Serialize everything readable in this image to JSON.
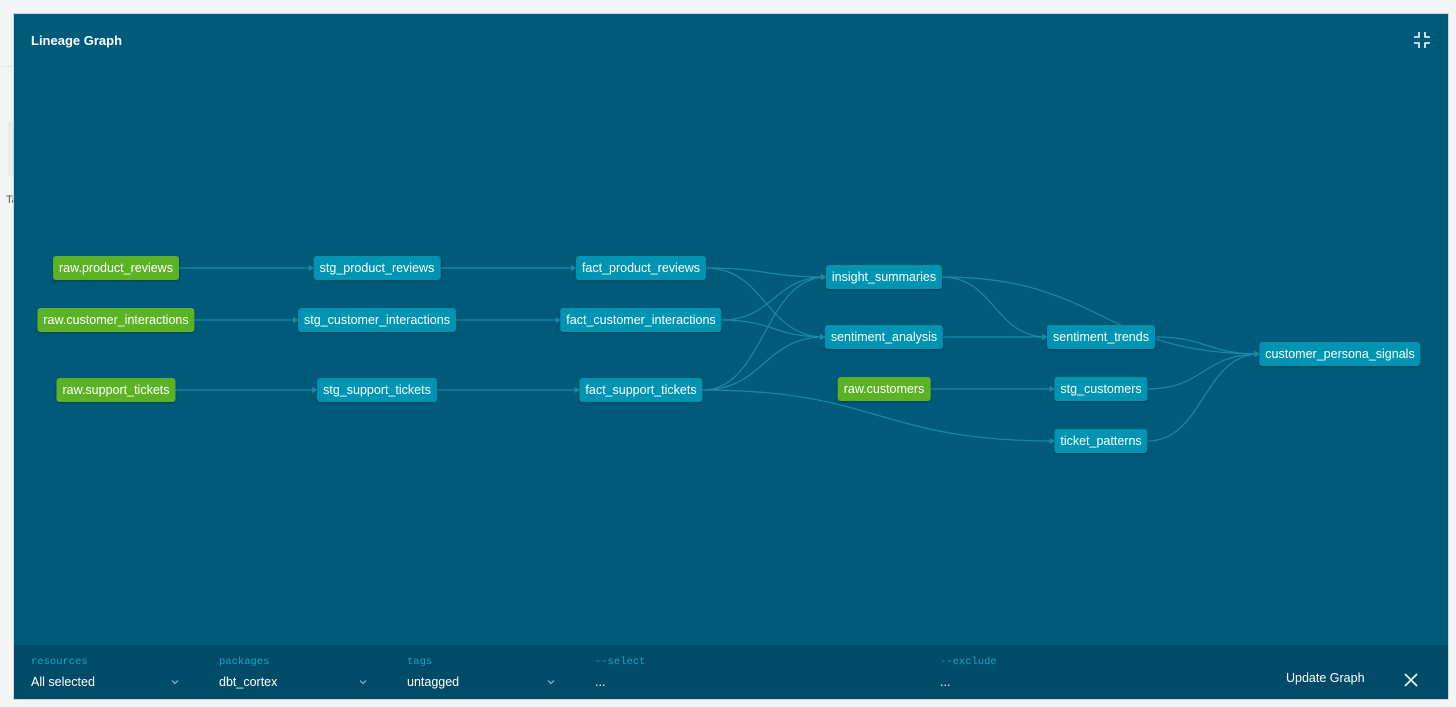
{
  "modal": {
    "title": "Lineage Graph"
  },
  "background": {
    "letter": "Ta"
  },
  "colors": {
    "canvas": "#005a7a",
    "model_node": "#0094b3",
    "source_node": "#5bb224",
    "edge": "#1e88a8",
    "footer": "#004b67",
    "footer_label": "#1fa3c2"
  },
  "graph": {
    "nodes": [
      {
        "id": "raw_product_reviews",
        "label": "raw.product_reviews",
        "kind": "source"
      },
      {
        "id": "raw_customer_interactions",
        "label": "raw.customer_interactions",
        "kind": "source"
      },
      {
        "id": "raw_support_tickets",
        "label": "raw.support_tickets",
        "kind": "source"
      },
      {
        "id": "stg_product_reviews",
        "label": "stg_product_reviews",
        "kind": "model"
      },
      {
        "id": "stg_customer_interactions",
        "label": "stg_customer_interactions",
        "kind": "model"
      },
      {
        "id": "stg_support_tickets",
        "label": "stg_support_tickets",
        "kind": "model"
      },
      {
        "id": "fact_product_reviews",
        "label": "fact_product_reviews",
        "kind": "model"
      },
      {
        "id": "fact_customer_interactions",
        "label": "fact_customer_interactions",
        "kind": "model"
      },
      {
        "id": "fact_support_tickets",
        "label": "fact_support_tickets",
        "kind": "model"
      },
      {
        "id": "insight_summaries",
        "label": "insight_summaries",
        "kind": "model"
      },
      {
        "id": "sentiment_analysis",
        "label": "sentiment_analysis",
        "kind": "model"
      },
      {
        "id": "raw_customers",
        "label": "raw.customers",
        "kind": "source"
      },
      {
        "id": "sentiment_trends",
        "label": "sentiment_trends",
        "kind": "model"
      },
      {
        "id": "stg_customers",
        "label": "stg_customers",
        "kind": "model"
      },
      {
        "id": "ticket_patterns",
        "label": "ticket_patterns",
        "kind": "model"
      },
      {
        "id": "customer_persona_signals",
        "label": "customer_persona_signals",
        "kind": "model"
      }
    ],
    "edges": [
      [
        "raw_product_reviews",
        "stg_product_reviews"
      ],
      [
        "raw_customer_interactions",
        "stg_customer_interactions"
      ],
      [
        "raw_support_tickets",
        "stg_support_tickets"
      ],
      [
        "stg_product_reviews",
        "fact_product_reviews"
      ],
      [
        "stg_customer_interactions",
        "fact_customer_interactions"
      ],
      [
        "stg_support_tickets",
        "fact_support_tickets"
      ],
      [
        "fact_product_reviews",
        "insight_summaries"
      ],
      [
        "fact_product_reviews",
        "sentiment_analysis"
      ],
      [
        "fact_customer_interactions",
        "insight_summaries"
      ],
      [
        "fact_customer_interactions",
        "sentiment_analysis"
      ],
      [
        "fact_support_tickets",
        "insight_summaries"
      ],
      [
        "fact_support_tickets",
        "sentiment_analysis"
      ],
      [
        "fact_support_tickets",
        "ticket_patterns"
      ],
      [
        "raw_customers",
        "stg_customers"
      ],
      [
        "insight_summaries",
        "sentiment_trends"
      ],
      [
        "insight_summaries",
        "customer_persona_signals"
      ],
      [
        "sentiment_analysis",
        "sentiment_trends"
      ],
      [
        "sentiment_trends",
        "customer_persona_signals"
      ],
      [
        "stg_customers",
        "customer_persona_signals"
      ],
      [
        "ticket_patterns",
        "customer_persona_signals"
      ]
    ]
  },
  "footer": {
    "resources": {
      "label": "resources",
      "value": "All selected"
    },
    "packages": {
      "label": "packages",
      "value": "dbt_cortex"
    },
    "tags": {
      "label": "tags",
      "value": "untagged"
    },
    "select": {
      "label": "--select",
      "value": "..."
    },
    "exclude": {
      "label": "--exclude",
      "value": "..."
    },
    "update_label": "Update Graph"
  },
  "icons": {
    "collapse": "collapse-icon",
    "close": "close-icon",
    "dropdown": "chevron-down-icon"
  }
}
